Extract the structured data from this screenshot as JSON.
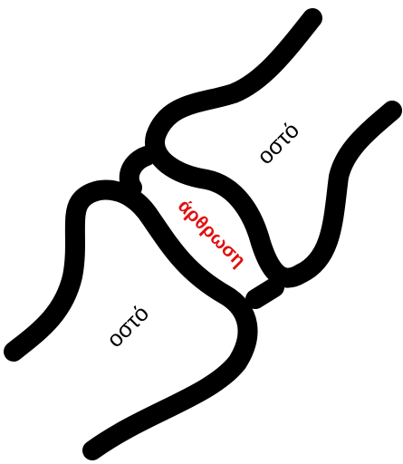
{
  "labels": {
    "upper_bone": "οστό",
    "lower_bone": "οστό",
    "joint": "άρθρωση"
  },
  "colors": {
    "outline": "#000000",
    "bone_label": "#000000",
    "joint_label": "#e01010",
    "background": "#ffffff"
  }
}
